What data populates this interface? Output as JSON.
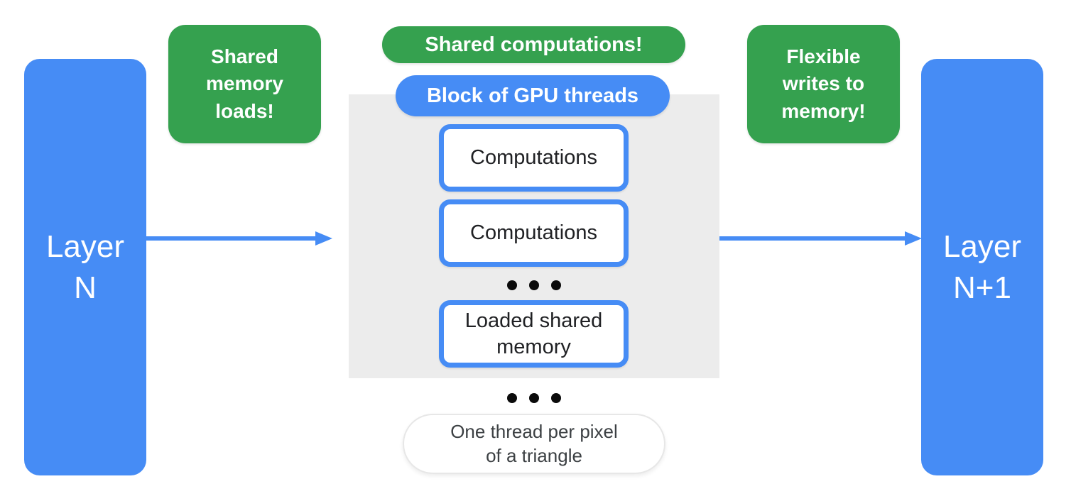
{
  "diagram": {
    "title_context": "GPU thread block between neural network layers",
    "layer_left": {
      "label": "Layer\nN"
    },
    "layer_right": {
      "label": "Layer\nN+1"
    },
    "notes": {
      "left": "Shared\nmemory\nloads!",
      "top": "Shared computations!",
      "right": "Flexible\nwrites to\nmemory!"
    },
    "block": {
      "label": "Block of GPU threads",
      "items": [
        "Computations",
        "Computations",
        "Loaded shared\nmemory"
      ]
    },
    "footer": {
      "note": "One thread per pixel\nof a triangle"
    },
    "colors": {
      "blue": "#468cf5",
      "green": "#35a14f",
      "panel_gray": "#ececec",
      "text_dark": "#202124",
      "background": "#ffffff"
    }
  }
}
